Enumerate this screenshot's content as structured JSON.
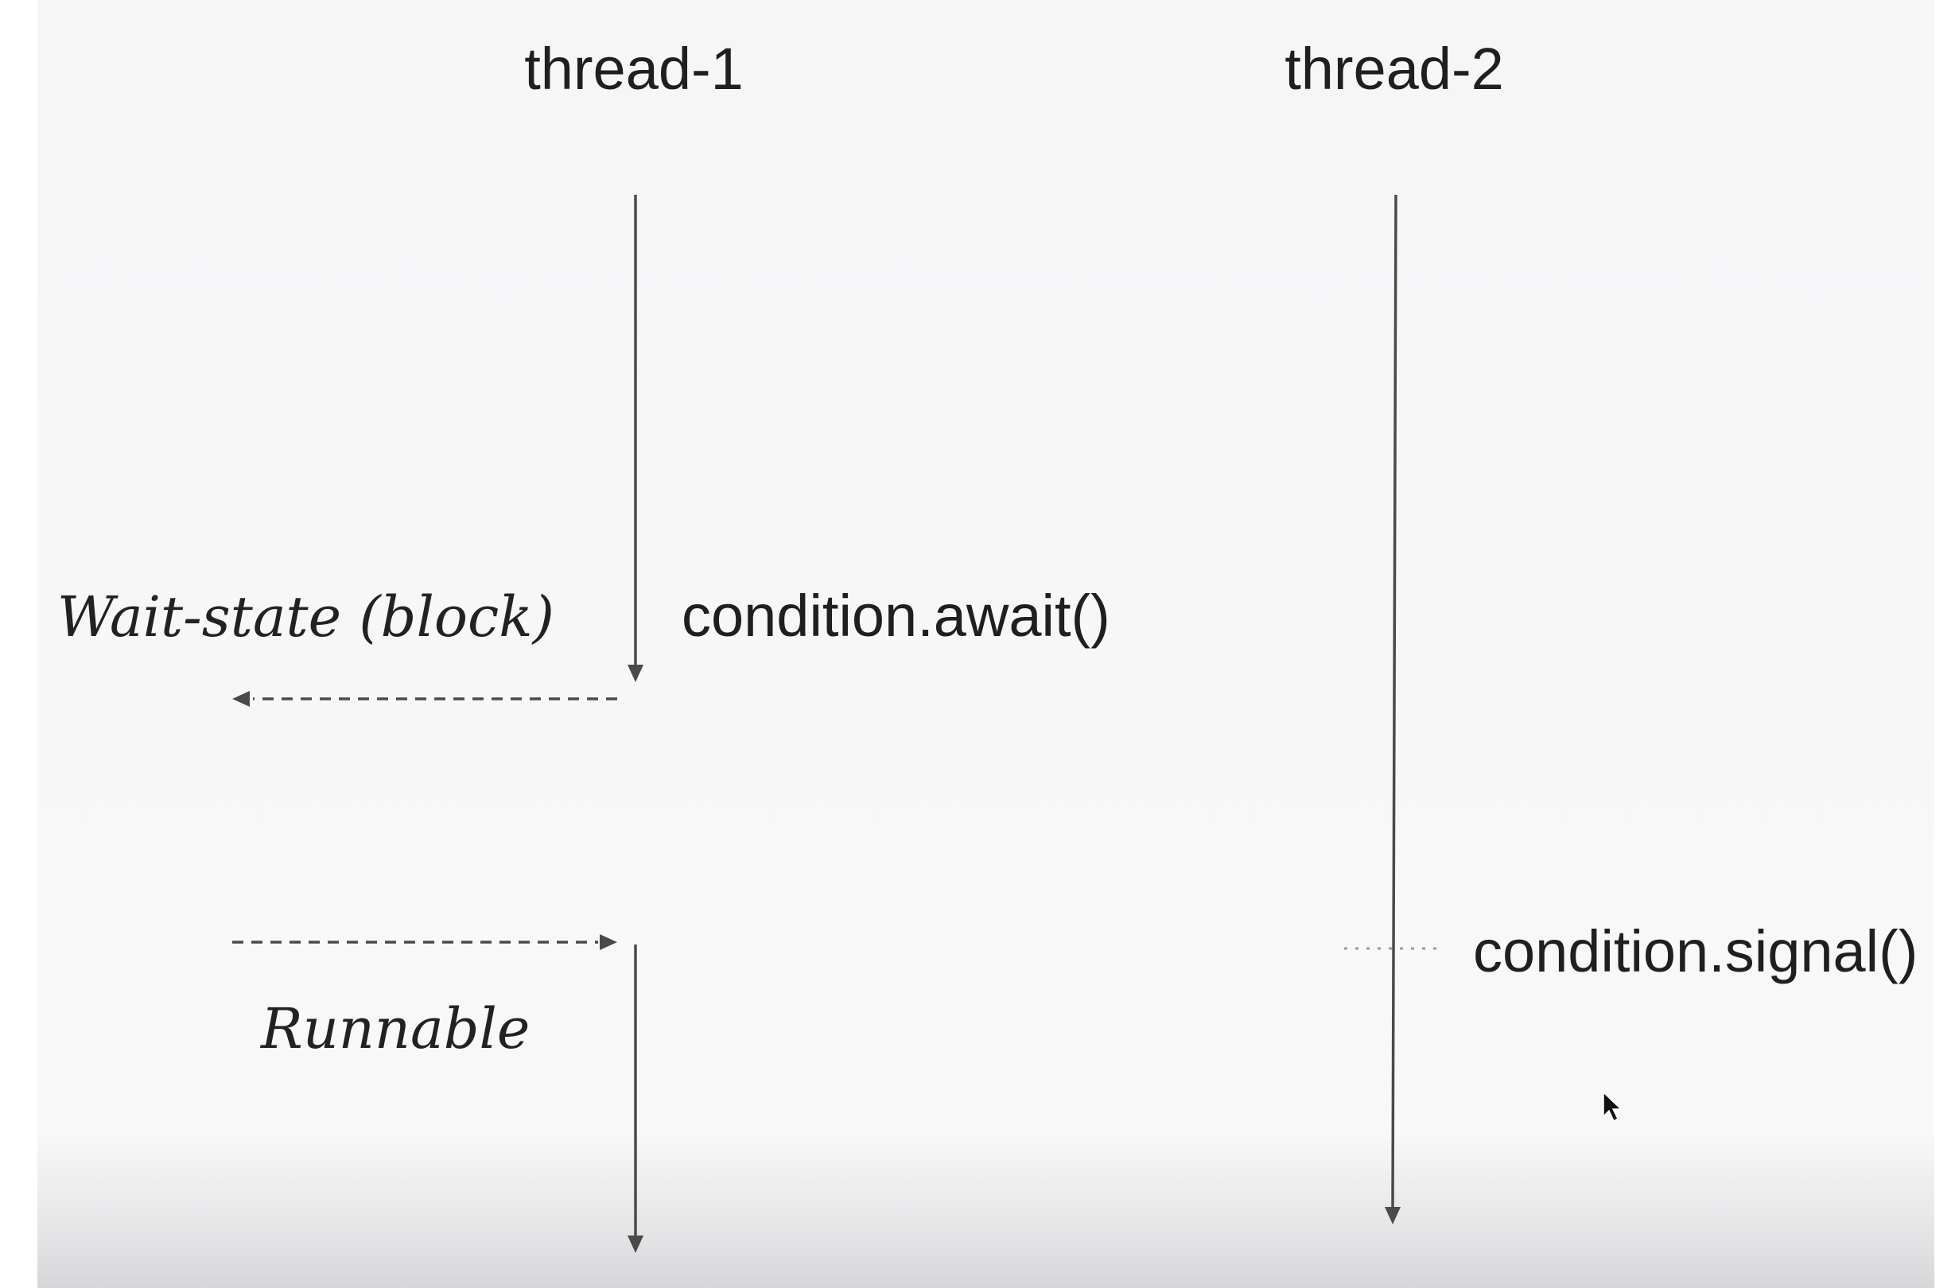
{
  "threads": [
    {
      "id": "thread-1",
      "label": "thread-1"
    },
    {
      "id": "thread-2",
      "label": "thread-2"
    }
  ],
  "calls": {
    "await": "condition.await()",
    "signal": "condition.signal()"
  },
  "states": {
    "wait": "Wait-state (block)",
    "runnable": "Runnable"
  },
  "colors": {
    "background": "#f8f8f9",
    "line": "#4a4a4a",
    "text": "#1f1f1f"
  }
}
